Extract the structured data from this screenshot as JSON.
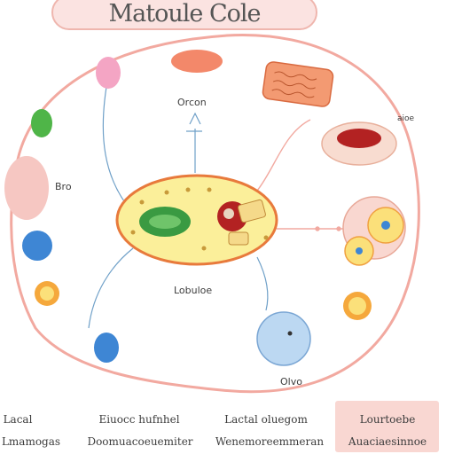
{
  "title": "Matoule Cole",
  "labels": {
    "top_center": "Orcon",
    "left_mid": "Bro",
    "right_top": "aioe",
    "center_bottom": "Lobuloe",
    "bottom_right": "Olvo"
  },
  "legend": {
    "col1_line1": "Lacal",
    "col1_line2": "Lmamogas",
    "col2_line1": "Eiuocc hufnhel",
    "col2_line2": "Doomuacoeuemiter",
    "col3_line1": "Lactal oluegom",
    "col3_line2": "Wenemoreemmeran",
    "col4_line1": "Lourtoebe",
    "col4_line2": "Auaciaesinnoe"
  },
  "colors": {
    "membrane": "#f2a9a0",
    "cytoplasm": "#fbef9a",
    "chloroplast": "#3a9a42",
    "vacuole": "#9ec4ea",
    "organelle_orange": "#f39a72",
    "organelle_red": "#b32222",
    "title_bg": "#fbe3e1",
    "legend_bg": "#f9d7d2"
  }
}
